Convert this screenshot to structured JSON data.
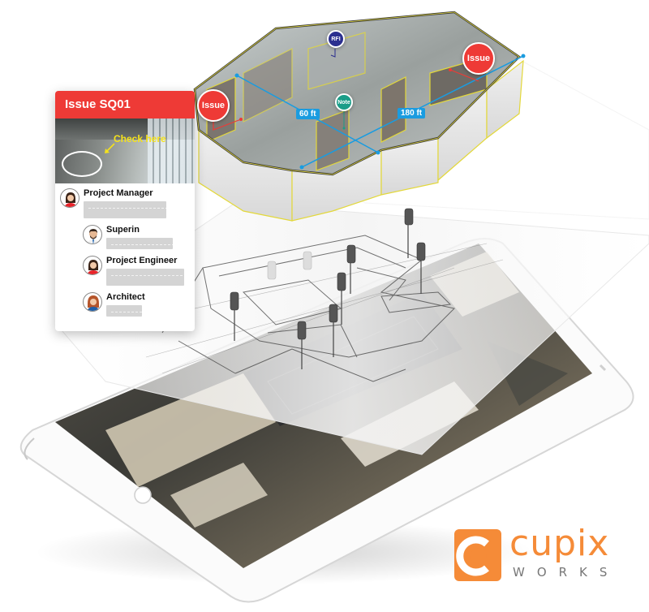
{
  "issue_card": {
    "title": "Issue SQ01",
    "photo_annotation": "Check here",
    "people": [
      {
        "role": "Project Manager",
        "avatar": "woman-red-avatar",
        "note_lines": 2,
        "indent": false
      },
      {
        "role": "Superin",
        "avatar": "man-beard-avatar",
        "note_lines": 1,
        "indent": true
      },
      {
        "role": "Project Engineer",
        "avatar": "woman-red-avatar",
        "note_lines": 2,
        "indent": true
      },
      {
        "role": "Architect",
        "avatar": "woman-blue-avatar",
        "note_lines": 1,
        "indent": true
      }
    ]
  },
  "model_markers": {
    "issue_left": "Issue",
    "issue_right": "Issue",
    "rfi": "RFI",
    "note": "Note",
    "measure_1": "60 ft",
    "measure_2": "180 ft"
  },
  "layers": [
    "3d-model",
    "floor-plan-blueprint",
    "aerial-satellite-map"
  ],
  "logo": {
    "wordmark": "cupix",
    "subtitle": "WORKS"
  },
  "colors": {
    "issue_red": "#ee3a36",
    "rfi_navy": "#2b2f8f",
    "note_teal": "#1a9d88",
    "measure_blue": "#1a9ce0",
    "model_edge_yellow": "#e3d83a",
    "brand_orange": "#f58b38",
    "annotation_yellow": "#f5e21b"
  }
}
